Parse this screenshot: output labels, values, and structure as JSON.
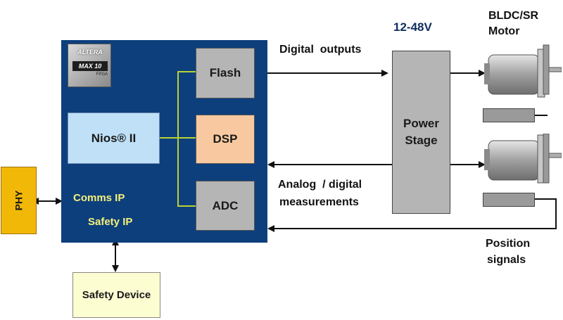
{
  "fpga": {
    "chip_logo": {
      "brand": "ALTERA",
      "product": "MAX 10",
      "family": "FPGA"
    },
    "nios_label": "Nios® II",
    "comms_label": "Comms IP",
    "safety_label": "Safety IP",
    "flash_label": "Flash",
    "dsp_label": "DSP",
    "adc_label": "ADC"
  },
  "phy_label": "PHY",
  "safety_device_label": "Safety Device",
  "power_stage_label": "Power Stage",
  "voltage_label": "12-48V",
  "digital_outputs_label": "Digital  outputs",
  "analog_label_line1": "Analog  / digital",
  "analog_label_line2": "measurements",
  "motor_label_line1": "BLDC/SR",
  "motor_label_line2": "Motor",
  "position_label_line1": "Position",
  "position_label_line2": "signals",
  "colors": {
    "fpga_fill": "#0d3f7c",
    "ip_text": "#f5f07a",
    "nios_fill": "#bfe0f7",
    "dsp_fill": "#f8c9a0",
    "block_gray": "#b5b5b5",
    "phy_fill": "#f2b807",
    "safety_device_fill": "#fdfdd2",
    "connector_green": "#b9d332"
  }
}
